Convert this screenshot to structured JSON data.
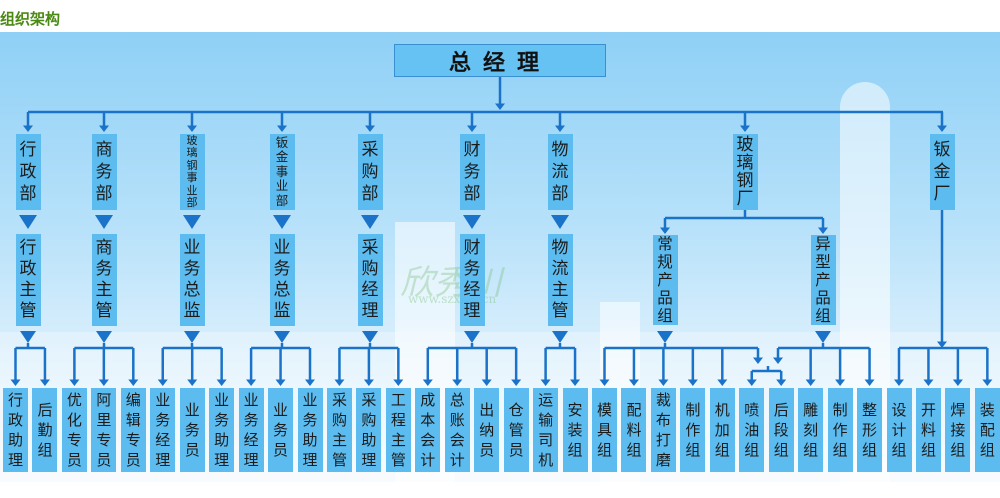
{
  "title": "组织架构",
  "watermark": {
    "brand": "欣秀川",
    "url": "www.szxcfz.cn"
  },
  "colors": {
    "box": "#5cbcf0",
    "line": "#1a73c8",
    "title": "#4a8a12"
  },
  "general_manager": "总经理",
  "departments": [
    {
      "name": "行政部",
      "head": "行政主管",
      "staff": [
        "行政助理",
        "后勤组"
      ]
    },
    {
      "name": "商务部",
      "head": "商务主管",
      "staff": [
        "优化专员",
        "阿里专员",
        "编辑专员"
      ]
    },
    {
      "name": "玻璃钢事业部",
      "head": "业务总监",
      "staff": [
        "业务经理",
        "业务员",
        "业务助理"
      ]
    },
    {
      "name": "钣金事业部",
      "head": "业务总监",
      "staff": [
        "业务经理",
        "业务员",
        "业务助理"
      ]
    },
    {
      "name": "采购部",
      "head": "采购经理",
      "staff": [
        "采购主管",
        "采购助理",
        "工程主管"
      ]
    },
    {
      "name": "财务部",
      "head": "财务经理",
      "staff": [
        "成本会计",
        "总账会计",
        "出纳员",
        "仓管员"
      ]
    },
    {
      "name": "物流部",
      "head": "物流主管",
      "staff": [
        "运输司机",
        "安装组"
      ]
    },
    {
      "name": "玻璃钢厂",
      "sub_groups": [
        {
          "name": "常规产品组",
          "staff": [
            "模具组",
            "配料组",
            "裁布打磨",
            "制作组",
            "机加组"
          ]
        },
        {
          "name": "异型产品组",
          "staff": [
            "雕刻组",
            "制作组",
            "整形组"
          ]
        }
      ],
      "shared_staff": [
        "喷油组",
        "后段组"
      ]
    },
    {
      "name": "钣金厂",
      "staff": [
        "设计组",
        "开料组",
        "焊接组",
        "装配组"
      ]
    }
  ]
}
